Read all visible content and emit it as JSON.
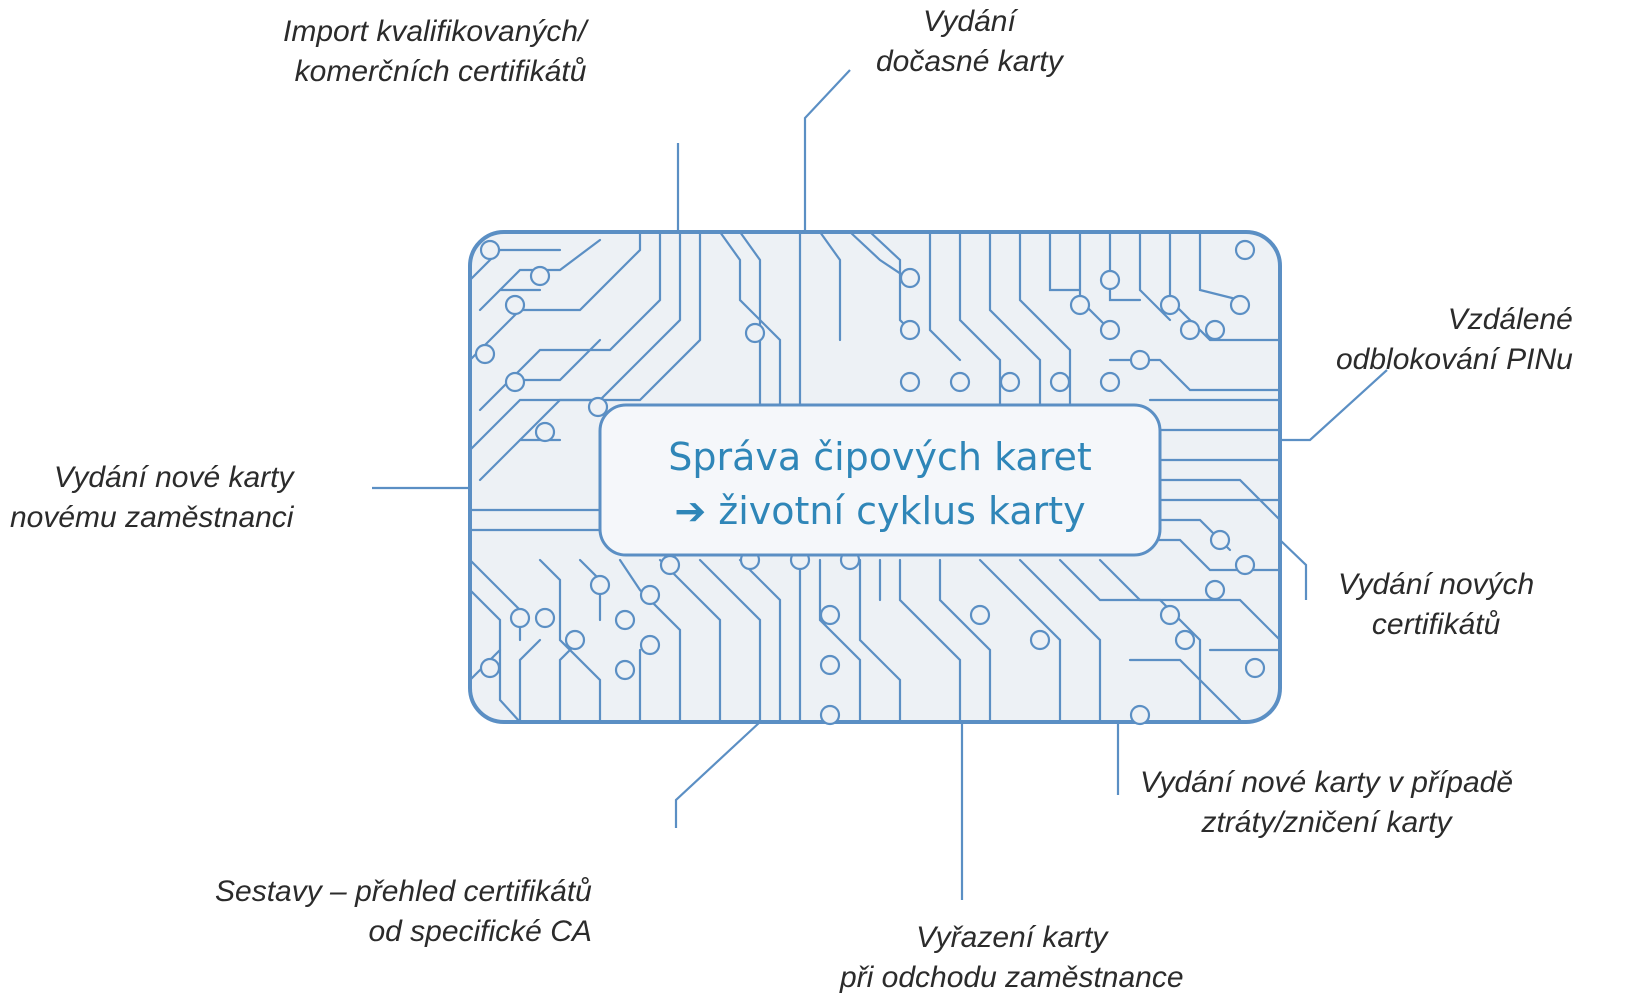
{
  "center": {
    "line1": "Správa čipových karet",
    "line2_arrow": "➔",
    "line2": "životní cyklus karty"
  },
  "labels": {
    "import": {
      "line1": "Import kvalifikovaných/",
      "line2": "komerčních certifikátů"
    },
    "temp": {
      "line1": "Vydání",
      "line2": "dočasné karty"
    },
    "unblock": {
      "line1": "Vzdálené",
      "line2": "odblokování PINu"
    },
    "new_employee": {
      "line1": "Vydání nové karty",
      "line2": "novému zaměstnanci"
    },
    "new_certs": {
      "line1": "Vydání nových",
      "line2": "certifikátů"
    },
    "lost_card": {
      "line1": "Vydání nové karty v případě",
      "line2": "ztráty/zničení karty"
    },
    "reports": {
      "line1": "Sestavy – přehled certifikátů",
      "line2": "od specifické CA"
    },
    "retire": {
      "line1": "Vyřazení karty",
      "line2": "při odchodu zaměstnance"
    }
  },
  "colors": {
    "circuit": "#5b8fc4",
    "card_fill": "#edf1f5",
    "leader": "#5b8fc4",
    "center_text": "#2f86b8"
  }
}
